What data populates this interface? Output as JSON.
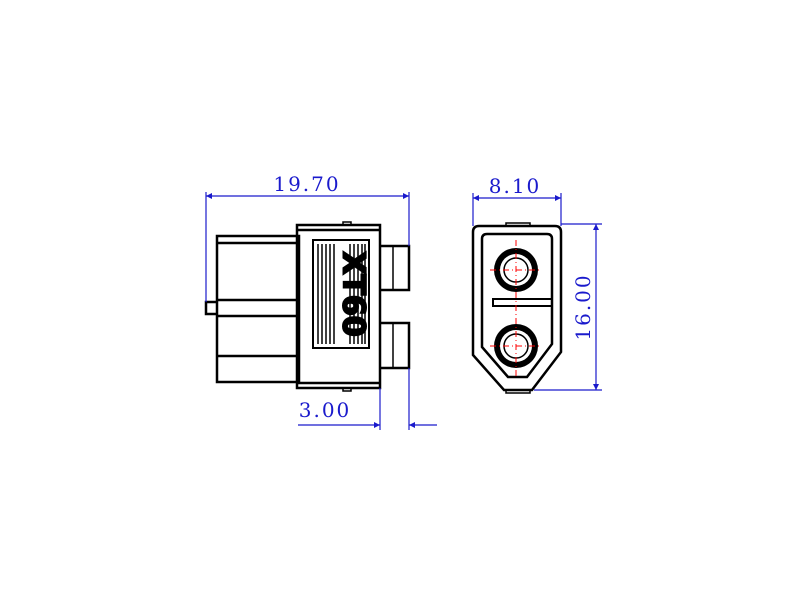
{
  "colors": {
    "outline": "#000000",
    "dimension": "#1a1acc",
    "centerline": "#ff0000"
  },
  "side_view": {
    "width_dimension": "19.70",
    "pin_offset_dimension": "3.00",
    "connector_label": "XT60"
  },
  "front_view": {
    "width_dimension": "8.10",
    "height_dimension": "16.00"
  }
}
